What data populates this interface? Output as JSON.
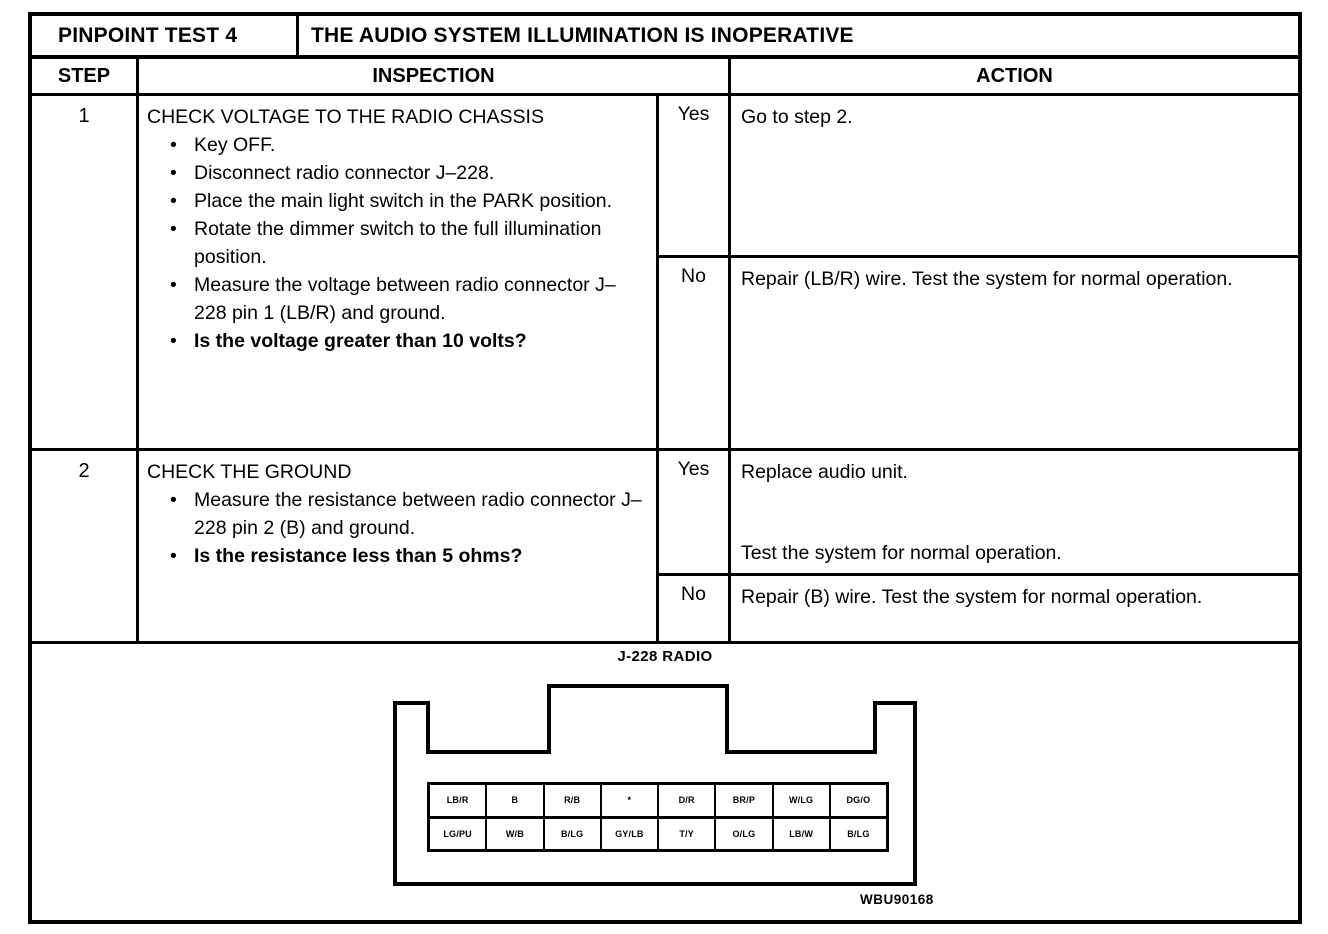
{
  "bullet_char": "•",
  "header": {
    "test_label": "PINPOINT TEST 4",
    "test_title": "THE AUDIO SYSTEM ILLUMINATION IS INOPERATIVE",
    "col_step": "STEP",
    "col_inspection": "INSPECTION",
    "col_action": "ACTION"
  },
  "steps": [
    {
      "number": "1",
      "title": "CHECK VOLTAGE TO THE RADIO CHASSIS",
      "bullets": [
        {
          "text": "Key OFF.",
          "bold": false
        },
        {
          "text": "Disconnect radio connector J–228.",
          "bold": false
        },
        {
          "text": "Place the main light switch in the PARK position.",
          "bold": false
        },
        {
          "text": "Rotate the dimmer switch to the full illumination position.",
          "bold": false
        },
        {
          "text": "Measure the voltage between radio connector J–228 pin 1 (LB/R) and ground.",
          "bold": false
        },
        {
          "text": "Is the voltage greater than 10 volts?",
          "bold": true
        }
      ],
      "yes_label": "Yes",
      "yes_action_top": "Go to step 2.",
      "yes_action_bottom": "",
      "no_label": "No",
      "no_action": "Repair (LB/R) wire. Test the system for normal operation."
    },
    {
      "number": "2",
      "title": "CHECK THE GROUND",
      "bullets": [
        {
          "text": "Measure the resistance between radio connector J–228 pin 2 (B) and ground.",
          "bold": false
        },
        {
          "text": "Is the resistance less than 5 ohms?",
          "bold": true
        }
      ],
      "yes_label": "Yes",
      "yes_action_top": "Replace audio unit.",
      "yes_action_bottom": "Test the system for normal operation.",
      "no_label": "No",
      "no_action": "Repair (B) wire. Test the system for normal operation."
    }
  ],
  "diagram": {
    "connector_label": "J-228 RADIO",
    "figure_code": "WBU90168",
    "pins_top": [
      "LB/R",
      "B",
      "R/B",
      "*",
      "D/R",
      "BR/P",
      "W/LG",
      "DG/O"
    ],
    "pins_bottom": [
      "LG/PU",
      "W/B",
      "B/LG",
      "GY/LB",
      "T/Y",
      "O/LG",
      "LB/W",
      "B/LG"
    ]
  }
}
